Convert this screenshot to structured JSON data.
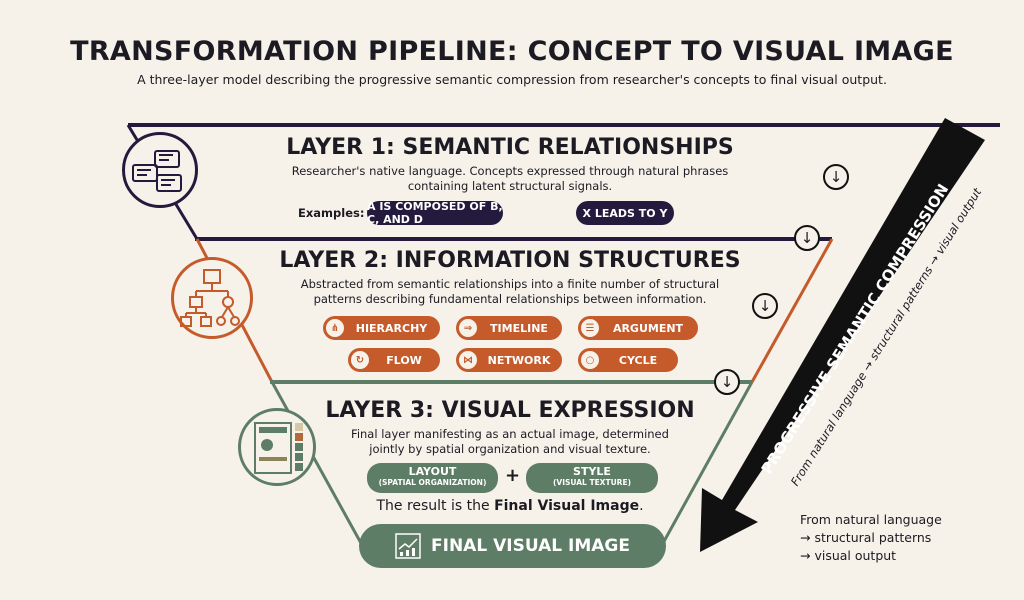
{
  "title": "TRANSFORMATION PIPELINE: CONCEPT TO VISUAL IMAGE",
  "subtitle": "A three-layer model describing the progressive semantic compression from researcher's concepts to final visual output.",
  "layer1": {
    "title": "LAYER 1: SEMANTIC RELATIONSHIPS",
    "desc1": "Researcher's native language. Concepts expressed through natural phrases",
    "desc2": "containing latent structural signals.",
    "examples_label": "Examples:",
    "examples": [
      "A IS COMPOSED OF B, C, AND D",
      "X LEADS TO Y"
    ],
    "color": "#231a3d"
  },
  "layer2": {
    "title": "LAYER 2: INFORMATION STRUCTURES",
    "desc1": "Abstracted from semantic relationships into a finite number of structural",
    "desc2": "patterns describing fundamental relationships between information.",
    "patterns": [
      "HIERARCHY",
      "TIMELINE",
      "ARGUMENT",
      "FLOW",
      "NETWORK",
      "CYCLE"
    ],
    "color": "#c55a2b"
  },
  "layer3": {
    "title": "LAYER 3: VISUAL EXPRESSION",
    "desc1": "Final layer manifesting as an actual image, determined",
    "desc2": "jointly by spatial organization and visual texture.",
    "layout": "LAYOUT",
    "layout_sub": "(SPATIAL ORGANIZATION)",
    "plus": "+",
    "style": "STYLE",
    "style_sub": "(VISUAL TEXTURE)",
    "result_pre": "The result is the ",
    "result_bold": "Final Visual Image",
    "result_post": ".",
    "final": "FINAL VISUAL IMAGE",
    "color": "#5e7d66"
  },
  "arrow": {
    "label": "PROGRESSIVE SEMANTIC COMPRESSION",
    "sub": "From natural language → structural patterns → visual output"
  },
  "note": [
    "From natural language",
    "→ structural patterns",
    "→ visual output"
  ]
}
